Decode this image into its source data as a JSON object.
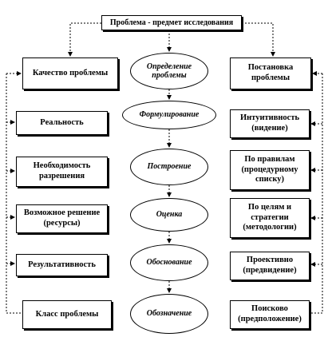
{
  "top": {
    "label": "Проблема - предмет исследования"
  },
  "left_column": [
    {
      "key": "quality",
      "label": "Качество проблемы"
    },
    {
      "key": "reality",
      "label": "Реальность"
    },
    {
      "key": "necessity",
      "label": "Необходимость разрешения"
    },
    {
      "key": "possible",
      "label": "Возможное решение (ресурсы)"
    },
    {
      "key": "result",
      "label": "Результативность"
    },
    {
      "key": "class",
      "label": "Класс проблемы"
    }
  ],
  "center_column": [
    {
      "key": "definition",
      "label": "Определение проблемы"
    },
    {
      "key": "formulation",
      "label": "Формулирование"
    },
    {
      "key": "construction",
      "label": "Построение"
    },
    {
      "key": "evaluation",
      "label": "Оценка"
    },
    {
      "key": "justification",
      "label": "Обоснование"
    },
    {
      "key": "designation",
      "label": "Обозначение"
    }
  ],
  "right_column": [
    {
      "key": "statement",
      "label": "Постановка проблемы"
    },
    {
      "key": "intuition",
      "label": "Интуитивность (видение)"
    },
    {
      "key": "rules",
      "label": "По правилам (процедурному списку)"
    },
    {
      "key": "goals",
      "label": "По целям и стратегии (методологии)"
    },
    {
      "key": "projective",
      "label": "Проективно (предвидение)"
    },
    {
      "key": "search",
      "label": "Поисково (предположение)"
    }
  ]
}
